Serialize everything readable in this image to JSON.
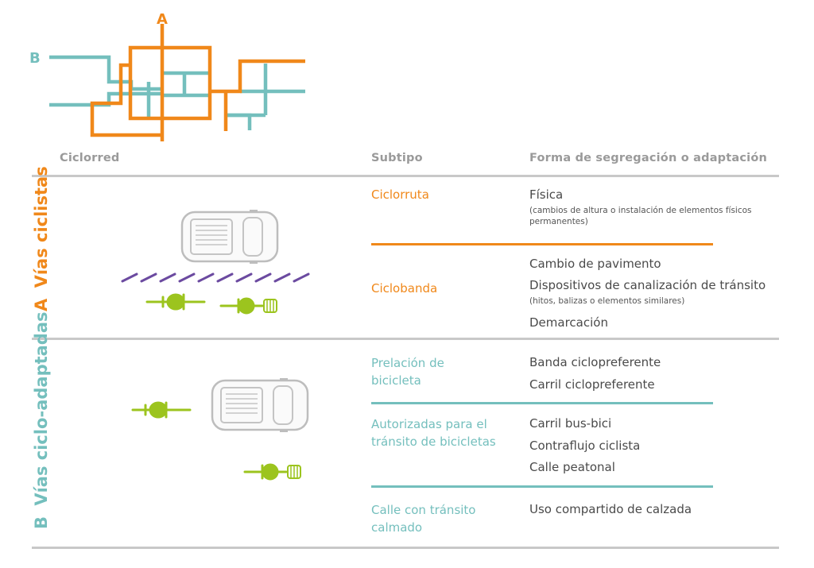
{
  "diagram": {
    "label_a": "A",
    "label_b": "B",
    "color_a": "#f0881a",
    "color_b": "#74bfbd",
    "bike_color": "#9cc41e",
    "lane_color": "#6b4aa0"
  },
  "headers": {
    "ciclorred": "Ciclorred",
    "subtipo": "Subtipo",
    "forma": "Forma de segregación o adaptación"
  },
  "section_a": {
    "letter": "A",
    "title": "Vías ciclistas",
    "rows": [
      {
        "subtipo": "Ciclorruta",
        "items": [
          {
            "text": "Física",
            "note": "(cambios de altura o instalación de elementos físicos permanentes)"
          }
        ]
      },
      {
        "subtipo": "Ciclobanda",
        "items": [
          {
            "text": "Cambio de pavimento"
          },
          {
            "text": "Dispositivos de canalización de tránsito",
            "note": "(hitos, balizas o elementos similares)"
          },
          {
            "text": "Demarcación"
          }
        ]
      }
    ]
  },
  "section_b": {
    "letter": "B",
    "title": "Vías ciclo-adaptadas",
    "rows": [
      {
        "subtipo": "Prelación de bicicleta",
        "items": [
          {
            "text": "Banda ciclopreferente"
          },
          {
            "text": "Carril ciclopreferente"
          }
        ]
      },
      {
        "subtipo": "Autorizadas para el tránsito de bicicletas",
        "items": [
          {
            "text": "Carril bus-bici"
          },
          {
            "text": "Contraflujo ciclista"
          },
          {
            "text": "Calle peatonal"
          }
        ]
      },
      {
        "subtipo": "Calle con tránsito calmado",
        "items": [
          {
            "text": "Uso compartido de calzada"
          }
        ]
      }
    ]
  }
}
